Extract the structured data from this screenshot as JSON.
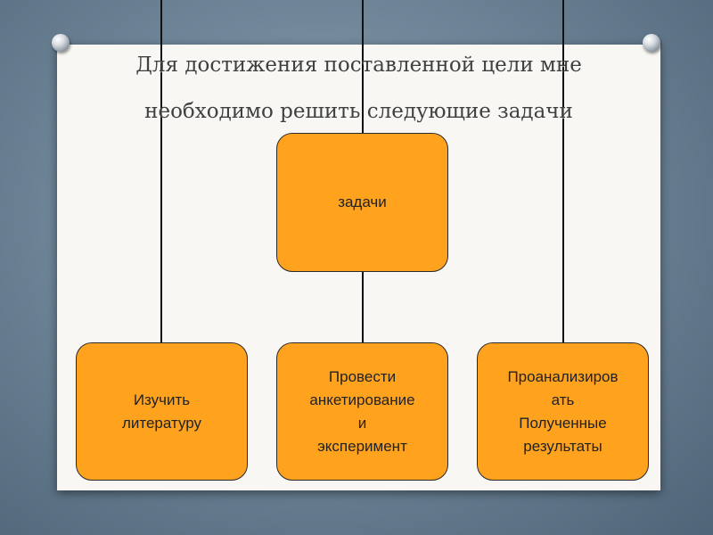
{
  "slide": {
    "title_line1": "Для достижения поставленной цели мне",
    "title_line2": "необходимо решить следующие задачи"
  },
  "diagram": {
    "root": {
      "label": "задачи"
    },
    "children": [
      {
        "lines": [
          "Изучить",
          "литературу"
        ]
      },
      {
        "lines": [
          "Провести",
          "анкетирование",
          "и",
          "эксперимент"
        ]
      },
      {
        "lines": [
          "Проанализиров",
          "ать",
          "Полученные",
          "результаты"
        ]
      }
    ],
    "box_color": "#ffa31f",
    "border_color": "#2a2a2a",
    "line_color": "#111111"
  }
}
